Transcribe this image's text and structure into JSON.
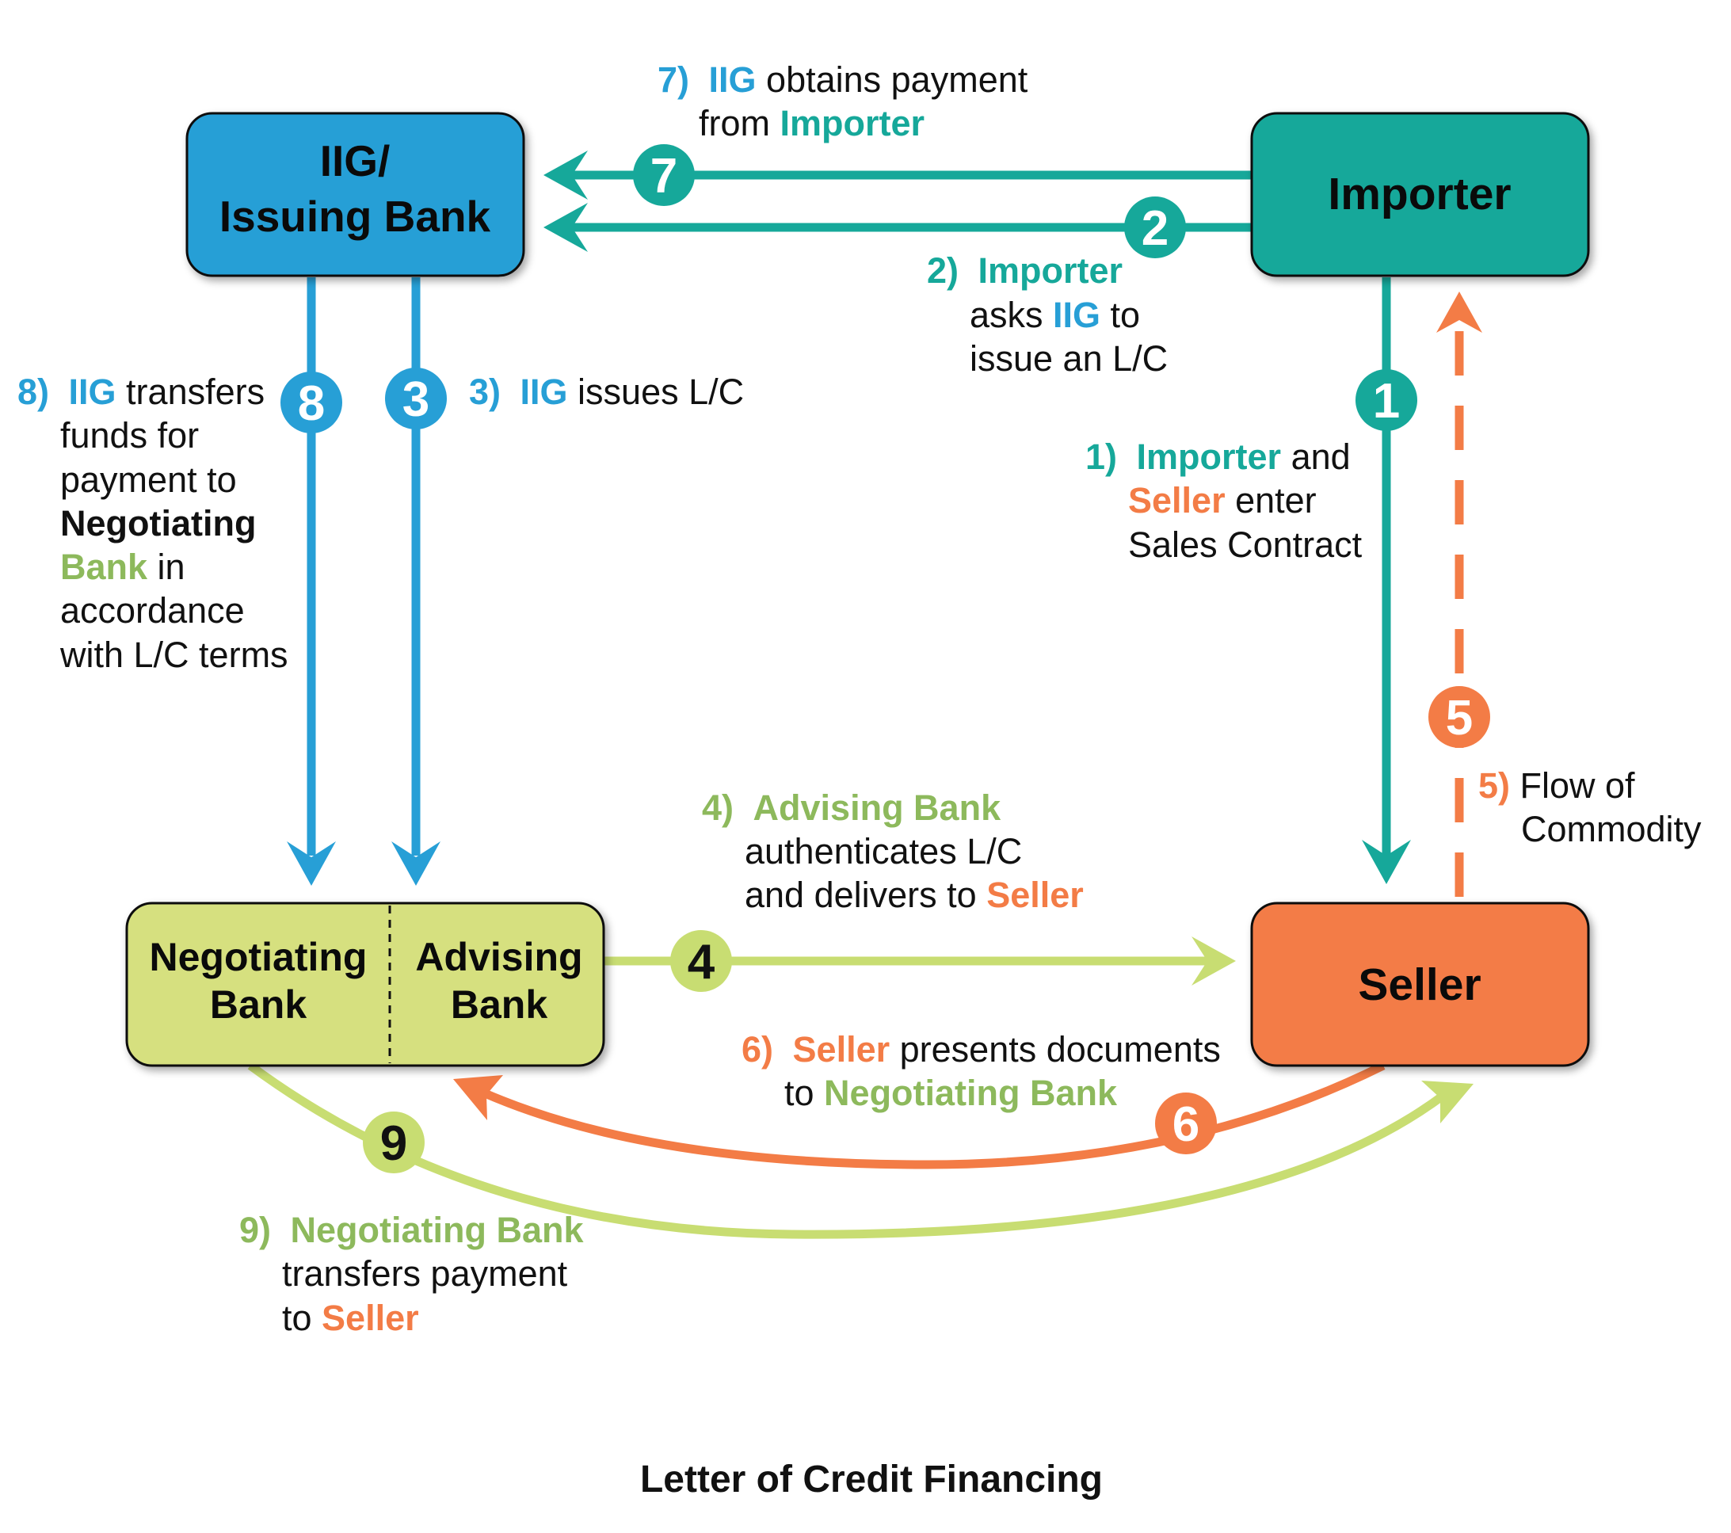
{
  "title": "Letter of Credit Financing",
  "colors": {
    "blue": "#279fd6",
    "teal": "#16a89a",
    "orange": "#f37c46",
    "green": "#c8dd72",
    "green_text": "#8db95c",
    "green_box": "#d6e07f"
  },
  "nodes": {
    "issuing_bank": {
      "line1": "IIG/",
      "line2": "Issuing Bank"
    },
    "importer": {
      "label": "Importer"
    },
    "seller": {
      "label": "Seller"
    },
    "negotiating_bank": {
      "line1": "Negotiating",
      "line2": "Bank"
    },
    "advising_bank": {
      "line1": "Advising",
      "line2": "Bank"
    }
  },
  "badges": {
    "b1": "1",
    "b2": "2",
    "b3": "3",
    "b4": "4",
    "b5": "5",
    "b6": "6",
    "b7": "7",
    "b8": "8",
    "b9": "9"
  },
  "steps": {
    "s1": {
      "num": "1)",
      "a": "Importer",
      "b": " and",
      "c": "Seller",
      "d": " enter",
      "e": "Sales Contract"
    },
    "s2": {
      "num": "2)",
      "a": "Importer",
      "b": "asks ",
      "c": "IIG",
      "d": " to",
      "e": "issue an L/C"
    },
    "s3": {
      "num": "3)",
      "a": "IIG",
      "b": " issues L/C"
    },
    "s4": {
      "num": "4)",
      "a": "Advising Bank",
      "b": "authenticates L/C",
      "c": "and delivers to ",
      "d": "Seller"
    },
    "s5": {
      "num": "5)",
      "a": " Flow of",
      "b": "Commodity"
    },
    "s6": {
      "num": "6)",
      "a": "Seller",
      "b": " presents documents",
      "c": "to ",
      "d": "Negotiating Bank"
    },
    "s7": {
      "num": "7)",
      "a": "IIG",
      "b": " obtains payment",
      "c": "from ",
      "d": "Importer"
    },
    "s8": {
      "num": "8)",
      "a": "IIG",
      "b": " transfers",
      "c": "funds for",
      "d": "payment to",
      "e": "Negotiating",
      "f": "Bank",
      "g": " in",
      "h": "accordance",
      "i": "with L/C terms"
    },
    "s9": {
      "num": "9)",
      "a": "Negotiating Bank",
      "b": "transfers payment",
      "c": "to ",
      "d": "Seller"
    }
  }
}
